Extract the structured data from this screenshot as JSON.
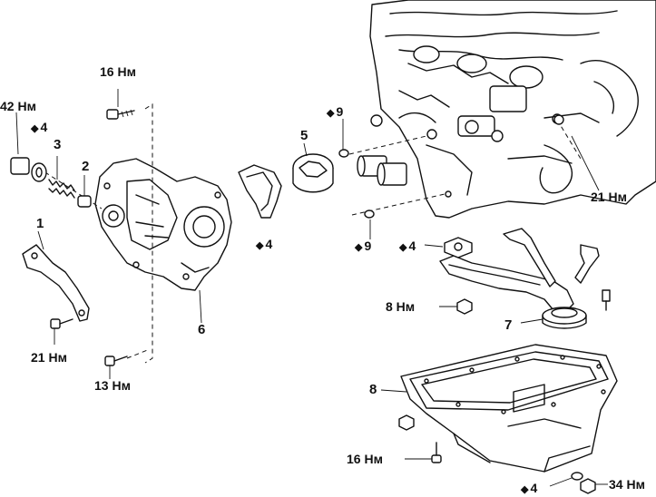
{
  "marker_symbol": "◆",
  "callouts": {
    "t42": "42 Нм",
    "ring4_left": "4",
    "num3": "3",
    "num2": "2",
    "num1": "1",
    "t21_left": "21 Нм",
    "t16_top": "16 Нм",
    "t13": "13 Нм",
    "num6": "6",
    "num5": "5",
    "gasket4_mid": "4",
    "oring9_top": "9",
    "oring9_bottom": "9",
    "t21_right": "21 Нм",
    "gasket4_strainer": "4",
    "t8": "8 Нм",
    "num7": "7",
    "num8": "8",
    "t16_bottom": "16 Нм",
    "washer4_bottom": "4",
    "t34": "34 Нм"
  }
}
